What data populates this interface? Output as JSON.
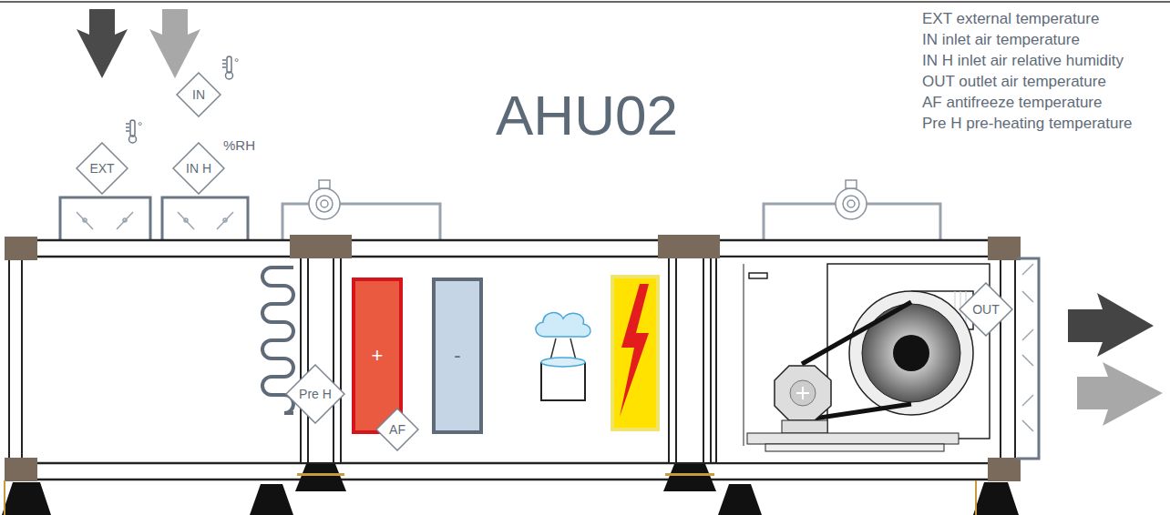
{
  "diagram": {
    "title": "AHU02",
    "nodes": [
      {
        "text": [
          "IN"
        ]
      },
      {
        "text": [
          "EXT"
        ]
      },
      {
        "text": [
          "IN H"
        ]
      },
      {
        "text": [
          "Pre H"
        ]
      },
      {
        "text": [
          "+"
        ]
      },
      {
        "text": [
          "AF"
        ]
      },
      {
        "text": [
          "-"
        ]
      },
      {
        "text": [
          "OUT"
        ]
      }
    ],
    "edges": [],
    "labels": [
      "°",
      "°",
      "%RH",
      "EXT external temperature",
      "IN inlet air temperature",
      "IN H inlet air relative humidity",
      "OUT outlet air temperature",
      "AF antifreeze temperature",
      "Pre H pre-heating temperature"
    ]
  }
}
